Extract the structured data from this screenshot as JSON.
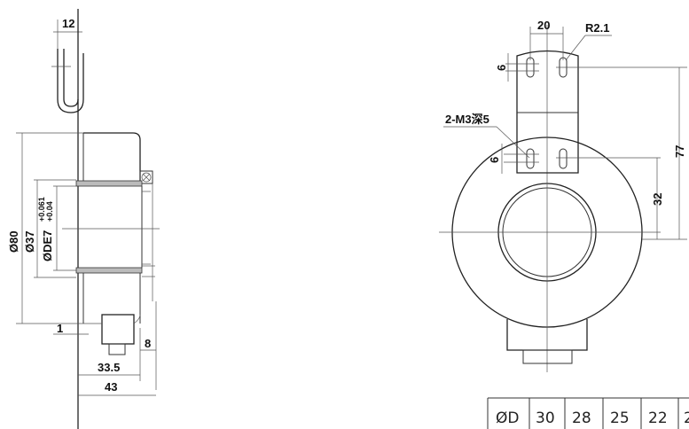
{
  "side_view": {
    "dim_flag_width": "12",
    "dim_outer_diameter": "Ø80",
    "dim_body_diameter": "Ø37",
    "dim_bore": "ØDE7",
    "tol_upper": "+0.061",
    "tol_lower": "+0.04",
    "dim_flange_offset": "1",
    "dim_connector": "8",
    "dim_body_length": "33.5",
    "dim_total_length": "43"
  },
  "front_view": {
    "dim_slot_spacing": "20",
    "dim_slot_radius": "R2.1",
    "dim_slot_length_top": "6",
    "dim_slot_length_bottom": "6",
    "dim_thread": "2-M3深5",
    "dim_height_top": "77",
    "dim_height_lower": "32"
  },
  "table": {
    "header": "ØD",
    "values": [
      "30",
      "28",
      "25",
      "22",
      "2"
    ]
  }
}
